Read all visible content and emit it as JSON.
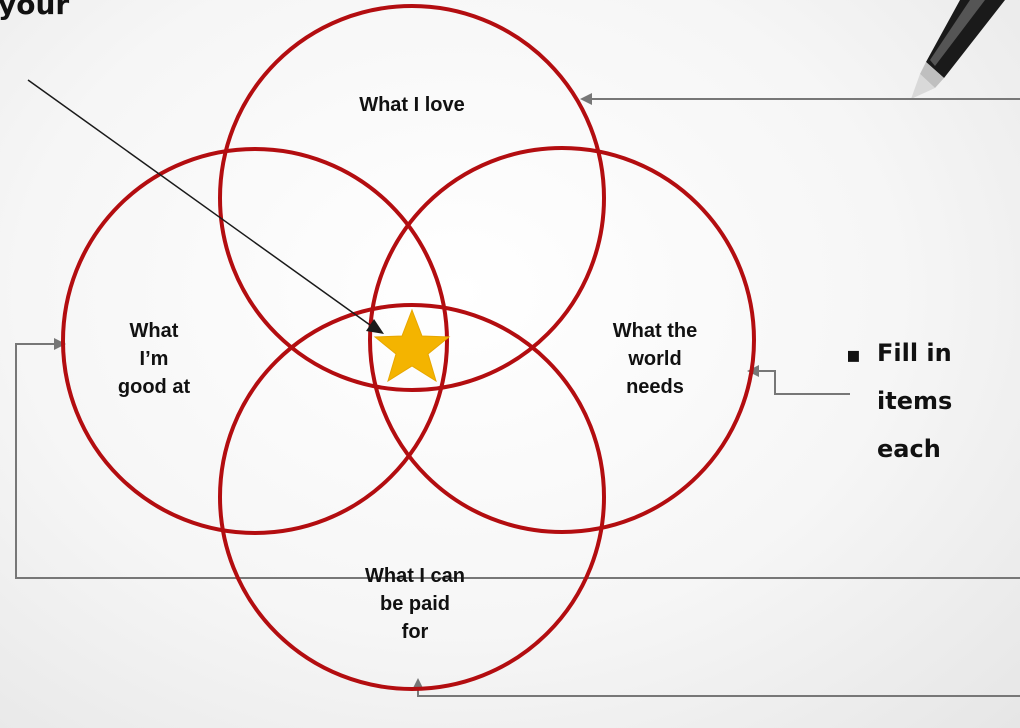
{
  "top_text": "your",
  "circles": {
    "love": "What I love",
    "good": [
      "What",
      "I’m",
      "good at"
    ],
    "world": [
      "What the",
      "world",
      "needs"
    ],
    "paid": [
      "What I can",
      "be paid",
      "for"
    ]
  },
  "side_text": {
    "bullet": "▪",
    "lines": [
      "Fill in",
      "items",
      "each"
    ]
  },
  "colors": {
    "circle": "#b30d10",
    "star": "#f4b400",
    "connector": "#777777"
  }
}
